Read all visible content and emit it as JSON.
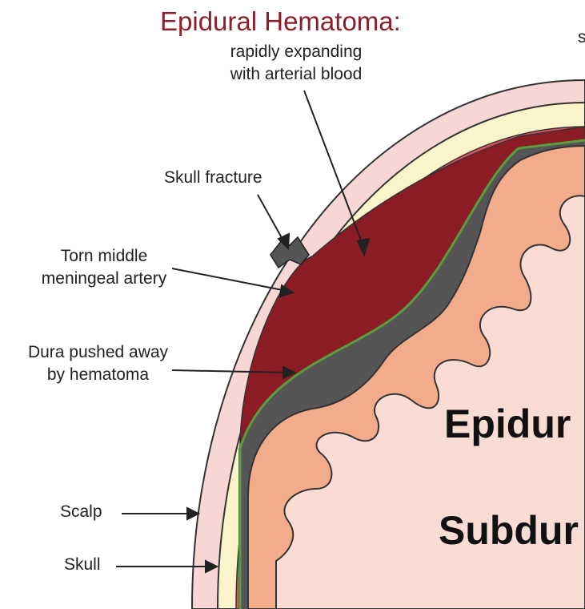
{
  "title": "Epidural Hematoma:",
  "subtitle_line1": "rapidly expanding",
  "subtitle_line2": "with arterial blood",
  "clipped_corner_text": "s",
  "labels": {
    "skull_fracture": "Skull fracture",
    "torn_artery_line1": "Torn middle",
    "torn_artery_line2": "meningeal artery",
    "dura_line1": "Dura pushed away",
    "dura_line2": "by hematoma",
    "scalp": "Scalp",
    "skull": "Skull"
  },
  "big_labels": {
    "epidural": "Epidur",
    "subdural": "Subdur"
  },
  "colors": {
    "title": "#8d1f2b",
    "scalp": "#f7d7d3",
    "skull": "#fbf3c9",
    "hematoma": "#8b1b25",
    "artery_red": "#e0515c",
    "dura": "#555555",
    "membrane_green": "#5a9e3c",
    "cortex": "#f2ac8c",
    "brain_inner": "#f9dcd4"
  }
}
